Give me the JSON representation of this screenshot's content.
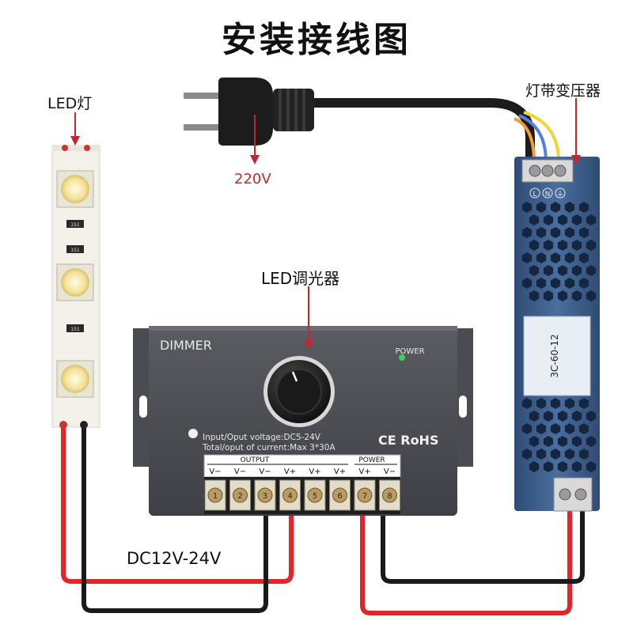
{
  "title": "安装接线图",
  "labels": {
    "led_light": "LED灯",
    "mains_voltage": "220V",
    "transformer": "灯带变压器",
    "dimmer": "LED调光器",
    "output_voltage": "DC12V-24V"
  },
  "dimmer_panel": {
    "brand": "DIMMER",
    "power_indicator": "POWER",
    "spec_line1": "Input/Oput voltage:DC5-24V",
    "spec_line2": "Total/oput of current:Max 3*30A",
    "certifications": "CE RoHS",
    "output_group": "OUTPUT",
    "power_group": "POWER",
    "terminal_labels": [
      "V−",
      "V−",
      "V−",
      "V+",
      "V+",
      "V+",
      "V+",
      "V−"
    ],
    "terminal_numbers": [
      "1",
      "2",
      "3",
      "4",
      "5",
      "6",
      "7",
      "8"
    ]
  },
  "transformer_panel": {
    "input_terminals": [
      "L",
      "N",
      "⏚"
    ],
    "model_text": "3C-60-12"
  },
  "led_strip": {
    "resistor_code": "151"
  },
  "colors": {
    "wire_red": "#e3242b",
    "wire_black": "#1a1a1a",
    "pointer_red": "#c1272d",
    "dimmer_body": "#4a4c52",
    "transformer_body": "#3d5f8c",
    "led_yellow": "#f4e39a"
  }
}
